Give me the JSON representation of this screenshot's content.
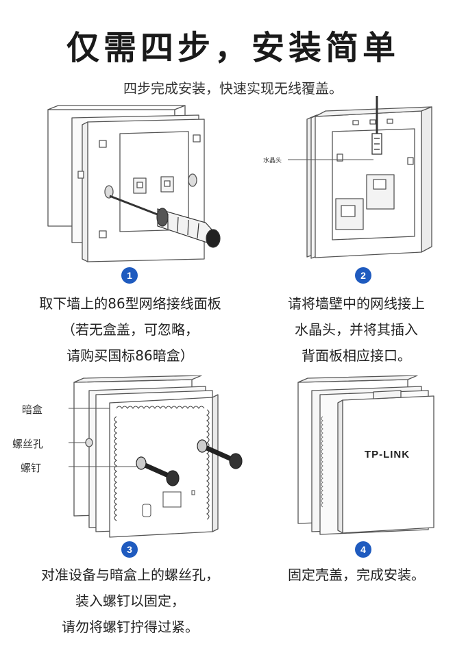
{
  "header": {
    "title": "仅需四步，安装简单",
    "subtitle": "四步完成安装，快速实现无线覆盖。"
  },
  "steps": [
    {
      "number": "1",
      "lines": [
        "取下墙上的86型网络接线面板",
        "（若无盒盖，可忽略，",
        "请购买国标86暗盒）"
      ]
    },
    {
      "number": "2",
      "lines": [
        "请将墙壁中的网线接上",
        "水晶头，并将其插入",
        "背面板相应接口。"
      ],
      "callout": "水晶头"
    },
    {
      "number": "3",
      "lines": [
        "对准设备与暗盒上的螺丝孔，",
        "装入螺钉以固定，",
        "请勿将螺钉拧得过紧。"
      ],
      "callouts": [
        "暗盒",
        "螺丝孔",
        "螺钉"
      ]
    },
    {
      "number": "4",
      "lines": [
        "固定壳盖，完成安装。"
      ],
      "brand": "TP-LINK"
    }
  ]
}
